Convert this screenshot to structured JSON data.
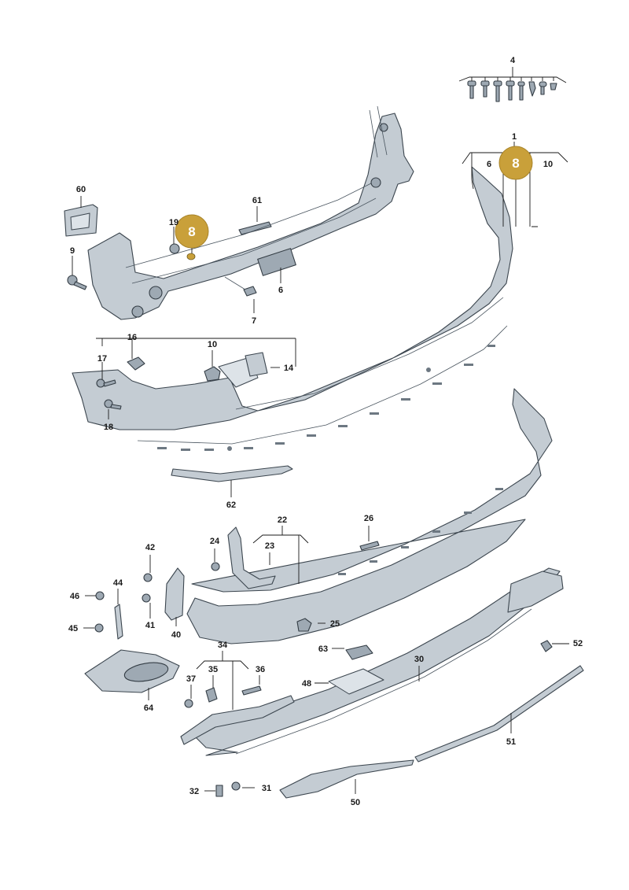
{
  "diagram": {
    "highlight_color": "#c9a03a",
    "part_color": "#c4ccd3",
    "outline_color": "#3c464f",
    "callouts": [
      {
        "id": "c4",
        "label": "4"
      },
      {
        "id": "c1",
        "label": "1"
      },
      {
        "id": "c6a",
        "label": "6"
      },
      {
        "id": "c10a",
        "label": "10"
      },
      {
        "id": "c60",
        "label": "60"
      },
      {
        "id": "c61",
        "label": "61"
      },
      {
        "id": "c19",
        "label": "19"
      },
      {
        "id": "c9",
        "label": "9"
      },
      {
        "id": "c6b",
        "label": "6"
      },
      {
        "id": "c7",
        "label": "7"
      },
      {
        "id": "c16",
        "label": "16"
      },
      {
        "id": "c10b",
        "label": "10"
      },
      {
        "id": "c17",
        "label": "17"
      },
      {
        "id": "c14",
        "label": "14"
      },
      {
        "id": "c18",
        "label": "18"
      },
      {
        "id": "c62",
        "label": "62"
      },
      {
        "id": "c22",
        "label": "22"
      },
      {
        "id": "c26",
        "label": "26"
      },
      {
        "id": "c42",
        "label": "42"
      },
      {
        "id": "c24",
        "label": "24"
      },
      {
        "id": "c23",
        "label": "23"
      },
      {
        "id": "c44",
        "label": "44"
      },
      {
        "id": "c46",
        "label": "46"
      },
      {
        "id": "c41",
        "label": "41"
      },
      {
        "id": "c25",
        "label": "25"
      },
      {
        "id": "c45",
        "label": "45"
      },
      {
        "id": "c40",
        "label": "40"
      },
      {
        "id": "c52",
        "label": "52"
      },
      {
        "id": "c63",
        "label": "63"
      },
      {
        "id": "c30",
        "label": "30"
      },
      {
        "id": "c34",
        "label": "34"
      },
      {
        "id": "c35",
        "label": "35"
      },
      {
        "id": "c36",
        "label": "36"
      },
      {
        "id": "c37",
        "label": "37"
      },
      {
        "id": "c48",
        "label": "48"
      },
      {
        "id": "c64",
        "label": "64"
      },
      {
        "id": "c51",
        "label": "51"
      },
      {
        "id": "c32",
        "label": "32"
      },
      {
        "id": "c31",
        "label": "31"
      },
      {
        "id": "c50",
        "label": "50"
      }
    ],
    "highlighted": [
      {
        "id": "h8a",
        "label": "8"
      },
      {
        "id": "h8b",
        "label": "8"
      }
    ]
  }
}
